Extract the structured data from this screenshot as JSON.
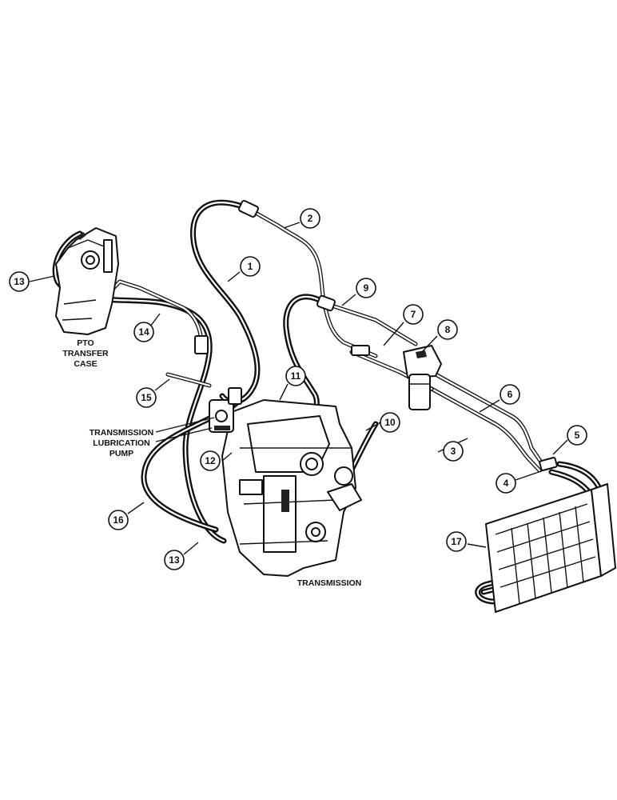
{
  "diagram": {
    "labels": {
      "pto_line1": "PTO",
      "pto_line2": "TRANSFER",
      "pto_line3": "CASE",
      "pump_line1": "TRANSMISSION",
      "pump_line2": "LUBRICATION",
      "pump_line3": "PUMP",
      "transmission": "TRANSMISSION"
    },
    "callouts": {
      "c1": "1",
      "c2": "2",
      "c3": "3",
      "c4": "4",
      "c5": "5",
      "c6": "6",
      "c7": "7",
      "c8": "8",
      "c9": "9",
      "c10": "10",
      "c11": "11",
      "c12": "12",
      "c13a": "13",
      "c13b": "13",
      "c14": "14",
      "c15": "15",
      "c16": "16",
      "c17": "17"
    }
  }
}
